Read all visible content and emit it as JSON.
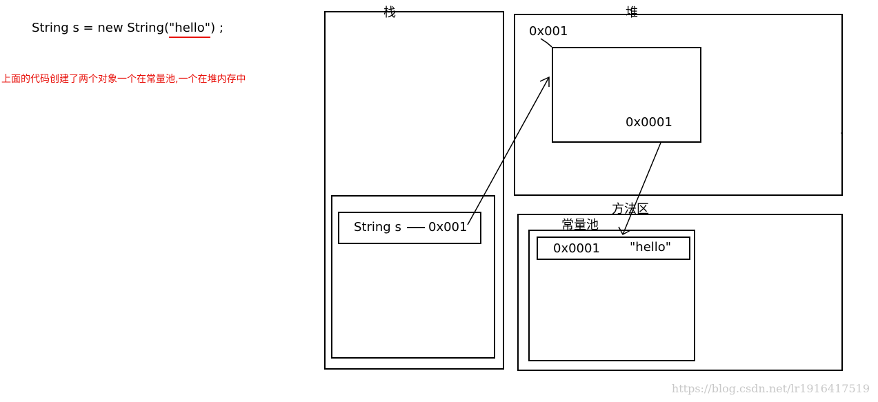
{
  "code": {
    "prefix": "String s = new String(",
    "literal": "\"hello\"",
    "suffix": ") ;"
  },
  "note": "上面的代码创建了两个对象一个在常量池,一个在堆内存中",
  "stack": {
    "title": "栈",
    "var_label": "String s",
    "var_value": "0x001"
  },
  "heap": {
    "title": "堆",
    "object_address": "0x001",
    "object_content": "0x0001"
  },
  "method_area": {
    "title": "方法区",
    "pool_title": "常量池",
    "entry_address": "0x0001",
    "entry_value": "\"hello\""
  },
  "watermark": "https://blog.csdn.net/lr1916417519",
  "colors": {
    "annotation_red": "#e8120c",
    "line": "#000000",
    "watermark_gray": "#c8c8c8"
  }
}
